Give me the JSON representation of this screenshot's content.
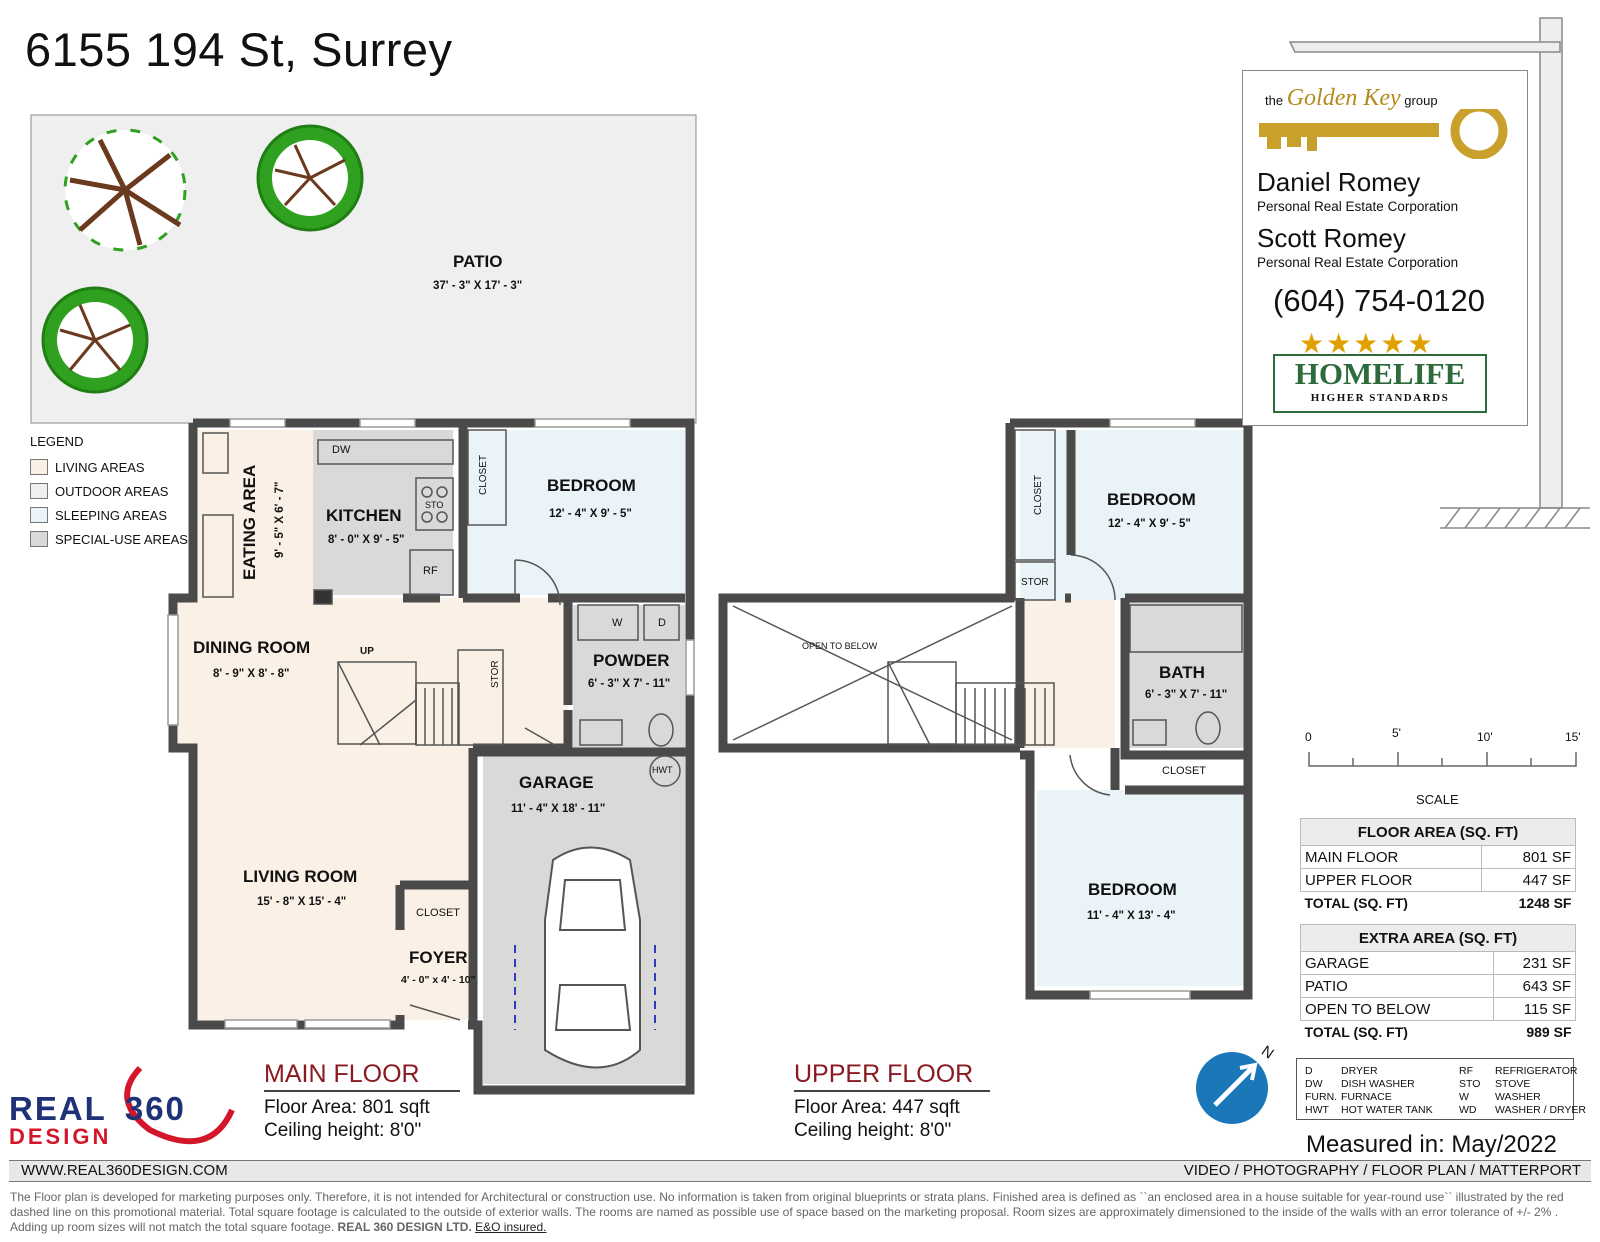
{
  "title": "6155 194 St, Surrey",
  "legend": {
    "heading": "LEGEND",
    "items": [
      {
        "label": "LIVING AREAS",
        "color": "#fbf0e6"
      },
      {
        "label": "OUTDOOR AREAS",
        "color": "#efefef"
      },
      {
        "label": "SLEEPING AREAS",
        "color": "#e9f3f8"
      },
      {
        "label": "SPECIAL-USE AREAS",
        "color": "#d9d9d9"
      }
    ]
  },
  "colors": {
    "living": "#fbf0e6",
    "outdoor": "#efefef",
    "sleeping": "#e9f3f8",
    "special": "#d9d9d9",
    "wall": "#4a4a4a",
    "accent": "#8a1a22",
    "tree": "#2fa01f",
    "compass": "#1a78b8"
  },
  "rooms": {
    "patio": {
      "name": "PATIO",
      "dims": "37' - 3\" X 17' - 3\""
    },
    "eating": {
      "name": "EATING AREA",
      "dims": "9' - 5\" X 6' - 7\""
    },
    "kitchen": {
      "name": "KITCHEN",
      "dims": "8' - 0\" X 9' - 5\""
    },
    "bedroom_main": {
      "name": "BEDROOM",
      "dims": "12' - 4\" X 9' - 5\""
    },
    "dining": {
      "name": "DINING ROOM",
      "dims": "8' - 9\" X 8' - 8\""
    },
    "powder": {
      "name": "POWDER",
      "dims": "6' - 3\" X 7' - 11\""
    },
    "garage": {
      "name": "GARAGE",
      "dims": "11' - 4\" X 18' - 11\""
    },
    "living": {
      "name": "LIVING ROOM",
      "dims": "15' - 8\" X 15' - 4\""
    },
    "foyer": {
      "name": "FOYER",
      "dims": "4' - 0\" x 4' - 10\""
    },
    "bedroom_up1": {
      "name": "BEDROOM",
      "dims": "12' - 4\" X 9' - 5\""
    },
    "bath": {
      "name": "BATH",
      "dims": "6' - 3\" X 7' - 11\""
    },
    "bedroom_up2": {
      "name": "BEDROOM",
      "dims": "11' - 4\" X 13' - 4\""
    }
  },
  "fixtures": {
    "closet": "CLOSET",
    "stor": "STOR",
    "dw": "DW",
    "sto": "STO",
    "rf": "RF",
    "w": "W",
    "d": "D",
    "hwt": "HWT",
    "up": "UP",
    "open_below": "OPEN TO BELOW"
  },
  "sign": {
    "group_prefix": "the",
    "group_name": "Golden Key",
    "group_suffix": "group",
    "agents": [
      {
        "name": "Daniel Romey",
        "corp": "Personal Real Estate Corporation"
      },
      {
        "name": "Scott Romey",
        "corp": "Personal Real Estate Corporation"
      }
    ],
    "phone": "(604) 754-0120",
    "brand": "HOMELIFE",
    "tagline": "HIGHER STANDARDS"
  },
  "scale": {
    "ticks": [
      "0",
      "5'",
      "10'",
      "15'"
    ],
    "label": "SCALE"
  },
  "floor_area": {
    "heading": "FLOOR AREA (SQ. FT)",
    "rows": [
      {
        "label": "MAIN FLOOR",
        "value": "801 SF"
      },
      {
        "label": "UPPER FLOOR",
        "value": "447 SF"
      }
    ],
    "total_label": "TOTAL (SQ. FT)",
    "total_value": "1248 SF"
  },
  "extra_area": {
    "heading": "EXTRA AREA (SQ. FT)",
    "rows": [
      {
        "label": "GARAGE",
        "value": "231 SF"
      },
      {
        "label": "PATIO",
        "value": "643 SF"
      },
      {
        "label": "OPEN TO BELOW",
        "value": "115 SF"
      }
    ],
    "total_label": "TOTAL (SQ. FT)",
    "total_value": "989 SF"
  },
  "abbreviations": [
    {
      "code": "D",
      "meaning": "DRYER"
    },
    {
      "code": "DW",
      "meaning": "DISH WASHER"
    },
    {
      "code": "FURN.",
      "meaning": "FURNACE"
    },
    {
      "code": "HWT",
      "meaning": "HOT WATER TANK"
    },
    {
      "code": "RF",
      "meaning": "REFRIGERATOR"
    },
    {
      "code": "STO",
      "meaning": "STOVE"
    },
    {
      "code": "W",
      "meaning": "WASHER"
    },
    {
      "code": "WD",
      "meaning": "WASHER / DRYER"
    }
  ],
  "compass": "N",
  "measured": {
    "label": "Measured in:",
    "date": "May/2022"
  },
  "main_floor": {
    "heading": "MAIN FLOOR",
    "area": "Floor Area: 801 sqft",
    "ceiling": "Ceiling height: 8'0\""
  },
  "upper_floor": {
    "heading": "UPPER FLOOR",
    "area": "Floor Area: 447 sqft",
    "ceiling": "Ceiling height: 8'0\""
  },
  "company": {
    "logo_word1": "REAL",
    "logo_word2": "360",
    "logo_word3": "DESIGN"
  },
  "footer": {
    "website": "WWW.REAL360DESIGN.COM",
    "services": "VIDEO / PHOTOGRAPHY / FLOOR PLAN / MATTERPORT",
    "disclaimer": "The Floor plan is developed for marketing purposes only. Therefore, it is not intended for Architectural or construction use. No information is taken from original blueprints or strata plans. Finished area is defined as ``an enclosed area in a house suitable for year-round use`` illustrated by the red dashed line on this promotional material. Total square footage is calculated to the outside of exterior walls. The rooms are named as possible use of space based on the marketing proposal. Room sizes are approximately dimensioned to the inside of the walls with an error tolerance of +/- 2% . Adding up room sizes will not match the total square footage.",
    "company_name": "REAL 360 DESIGN LTD.",
    "insured": "E&O insured."
  }
}
